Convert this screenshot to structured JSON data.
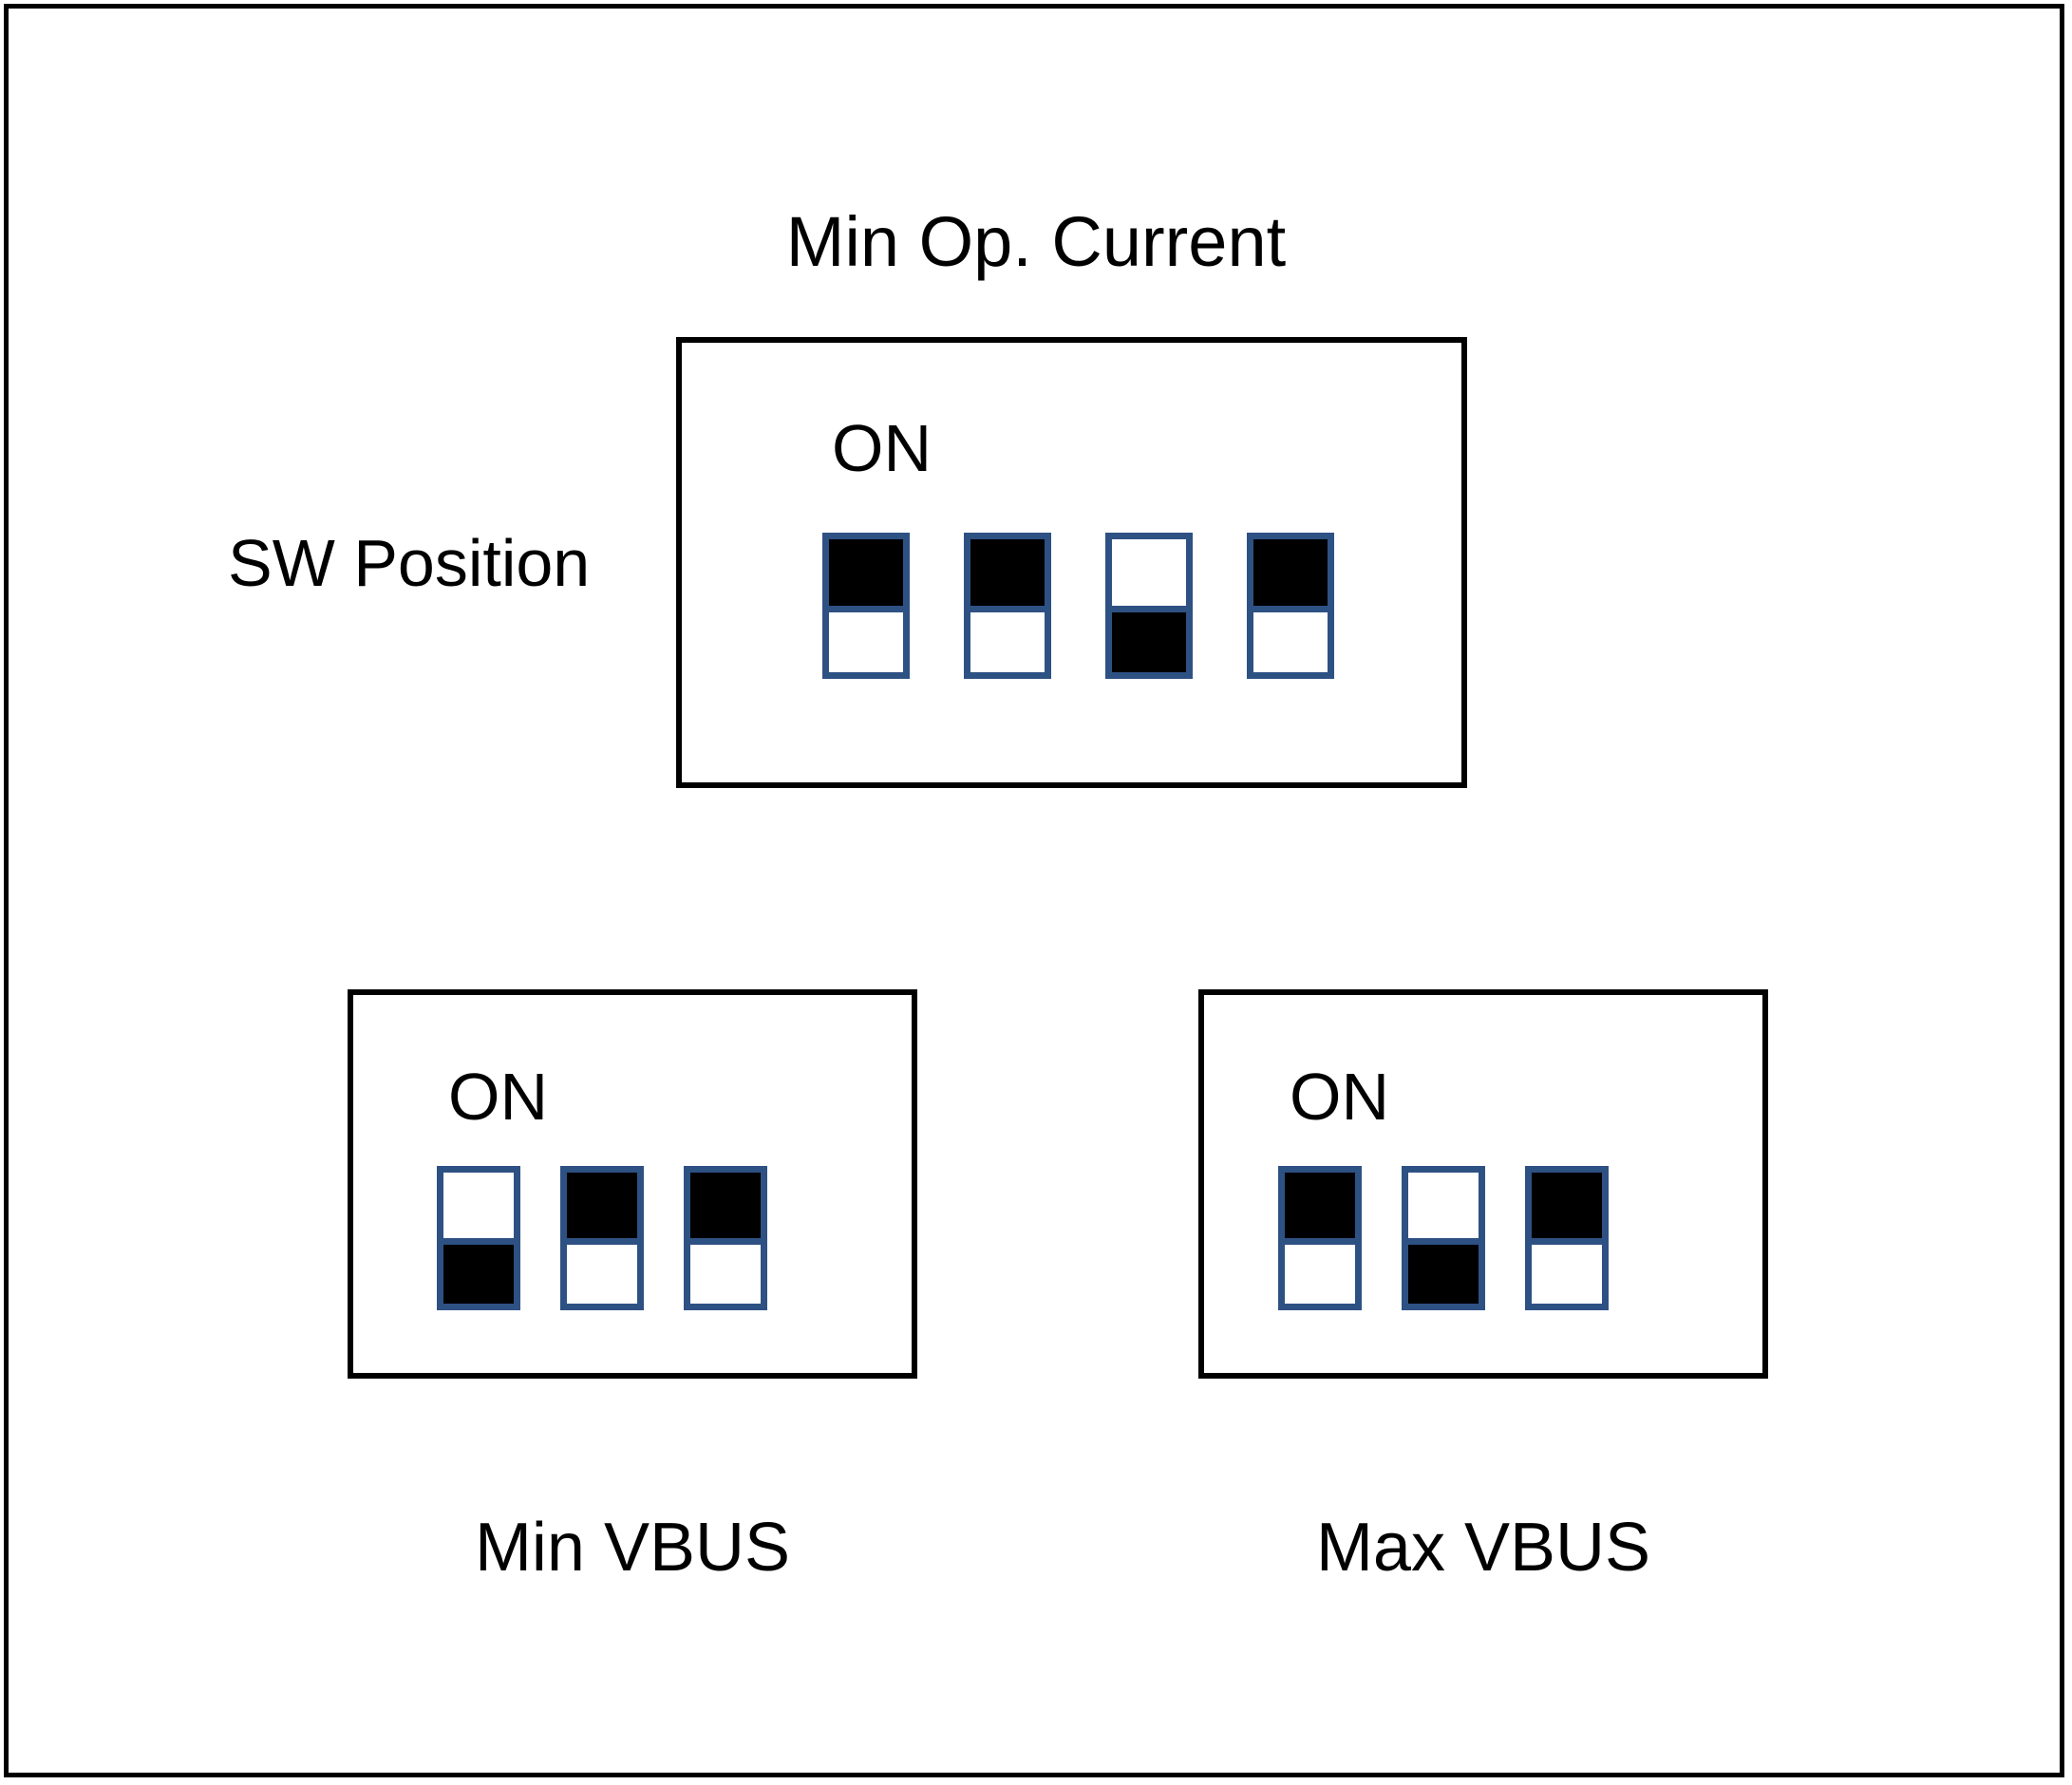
{
  "figure": {
    "title": "Min Op. Current",
    "sw_position_label": "SW Position",
    "on_label": "ON",
    "accent_color": "#2E5184",
    "knob_color": "#000000",
    "box_color": "#000000",
    "background": "#FFFFFF"
  },
  "groups": [
    {
      "id": "min-op-current",
      "caption": "Min Op. Current",
      "caption_position": "above",
      "on_label": "ON",
      "switch_count": 4,
      "switches": [
        {
          "index": 1,
          "state": "ON",
          "knob": "top"
        },
        {
          "index": 2,
          "state": "ON",
          "knob": "top"
        },
        {
          "index": 3,
          "state": "OFF",
          "knob": "bottom"
        },
        {
          "index": 4,
          "state": "ON",
          "knob": "top"
        }
      ]
    },
    {
      "id": "min-vbus",
      "caption": "Min VBUS",
      "caption_position": "below",
      "on_label": "ON",
      "switch_count": 3,
      "switches": [
        {
          "index": 1,
          "state": "OFF",
          "knob": "bottom"
        },
        {
          "index": 2,
          "state": "ON",
          "knob": "top"
        },
        {
          "index": 3,
          "state": "ON",
          "knob": "top"
        }
      ]
    },
    {
      "id": "max-vbus",
      "caption": "Max VBUS",
      "caption_position": "below",
      "on_label": "ON",
      "switch_count": 3,
      "switches": [
        {
          "index": 1,
          "state": "ON",
          "knob": "top"
        },
        {
          "index": 2,
          "state": "OFF",
          "knob": "bottom"
        },
        {
          "index": 3,
          "state": "ON",
          "knob": "top"
        }
      ]
    }
  ]
}
